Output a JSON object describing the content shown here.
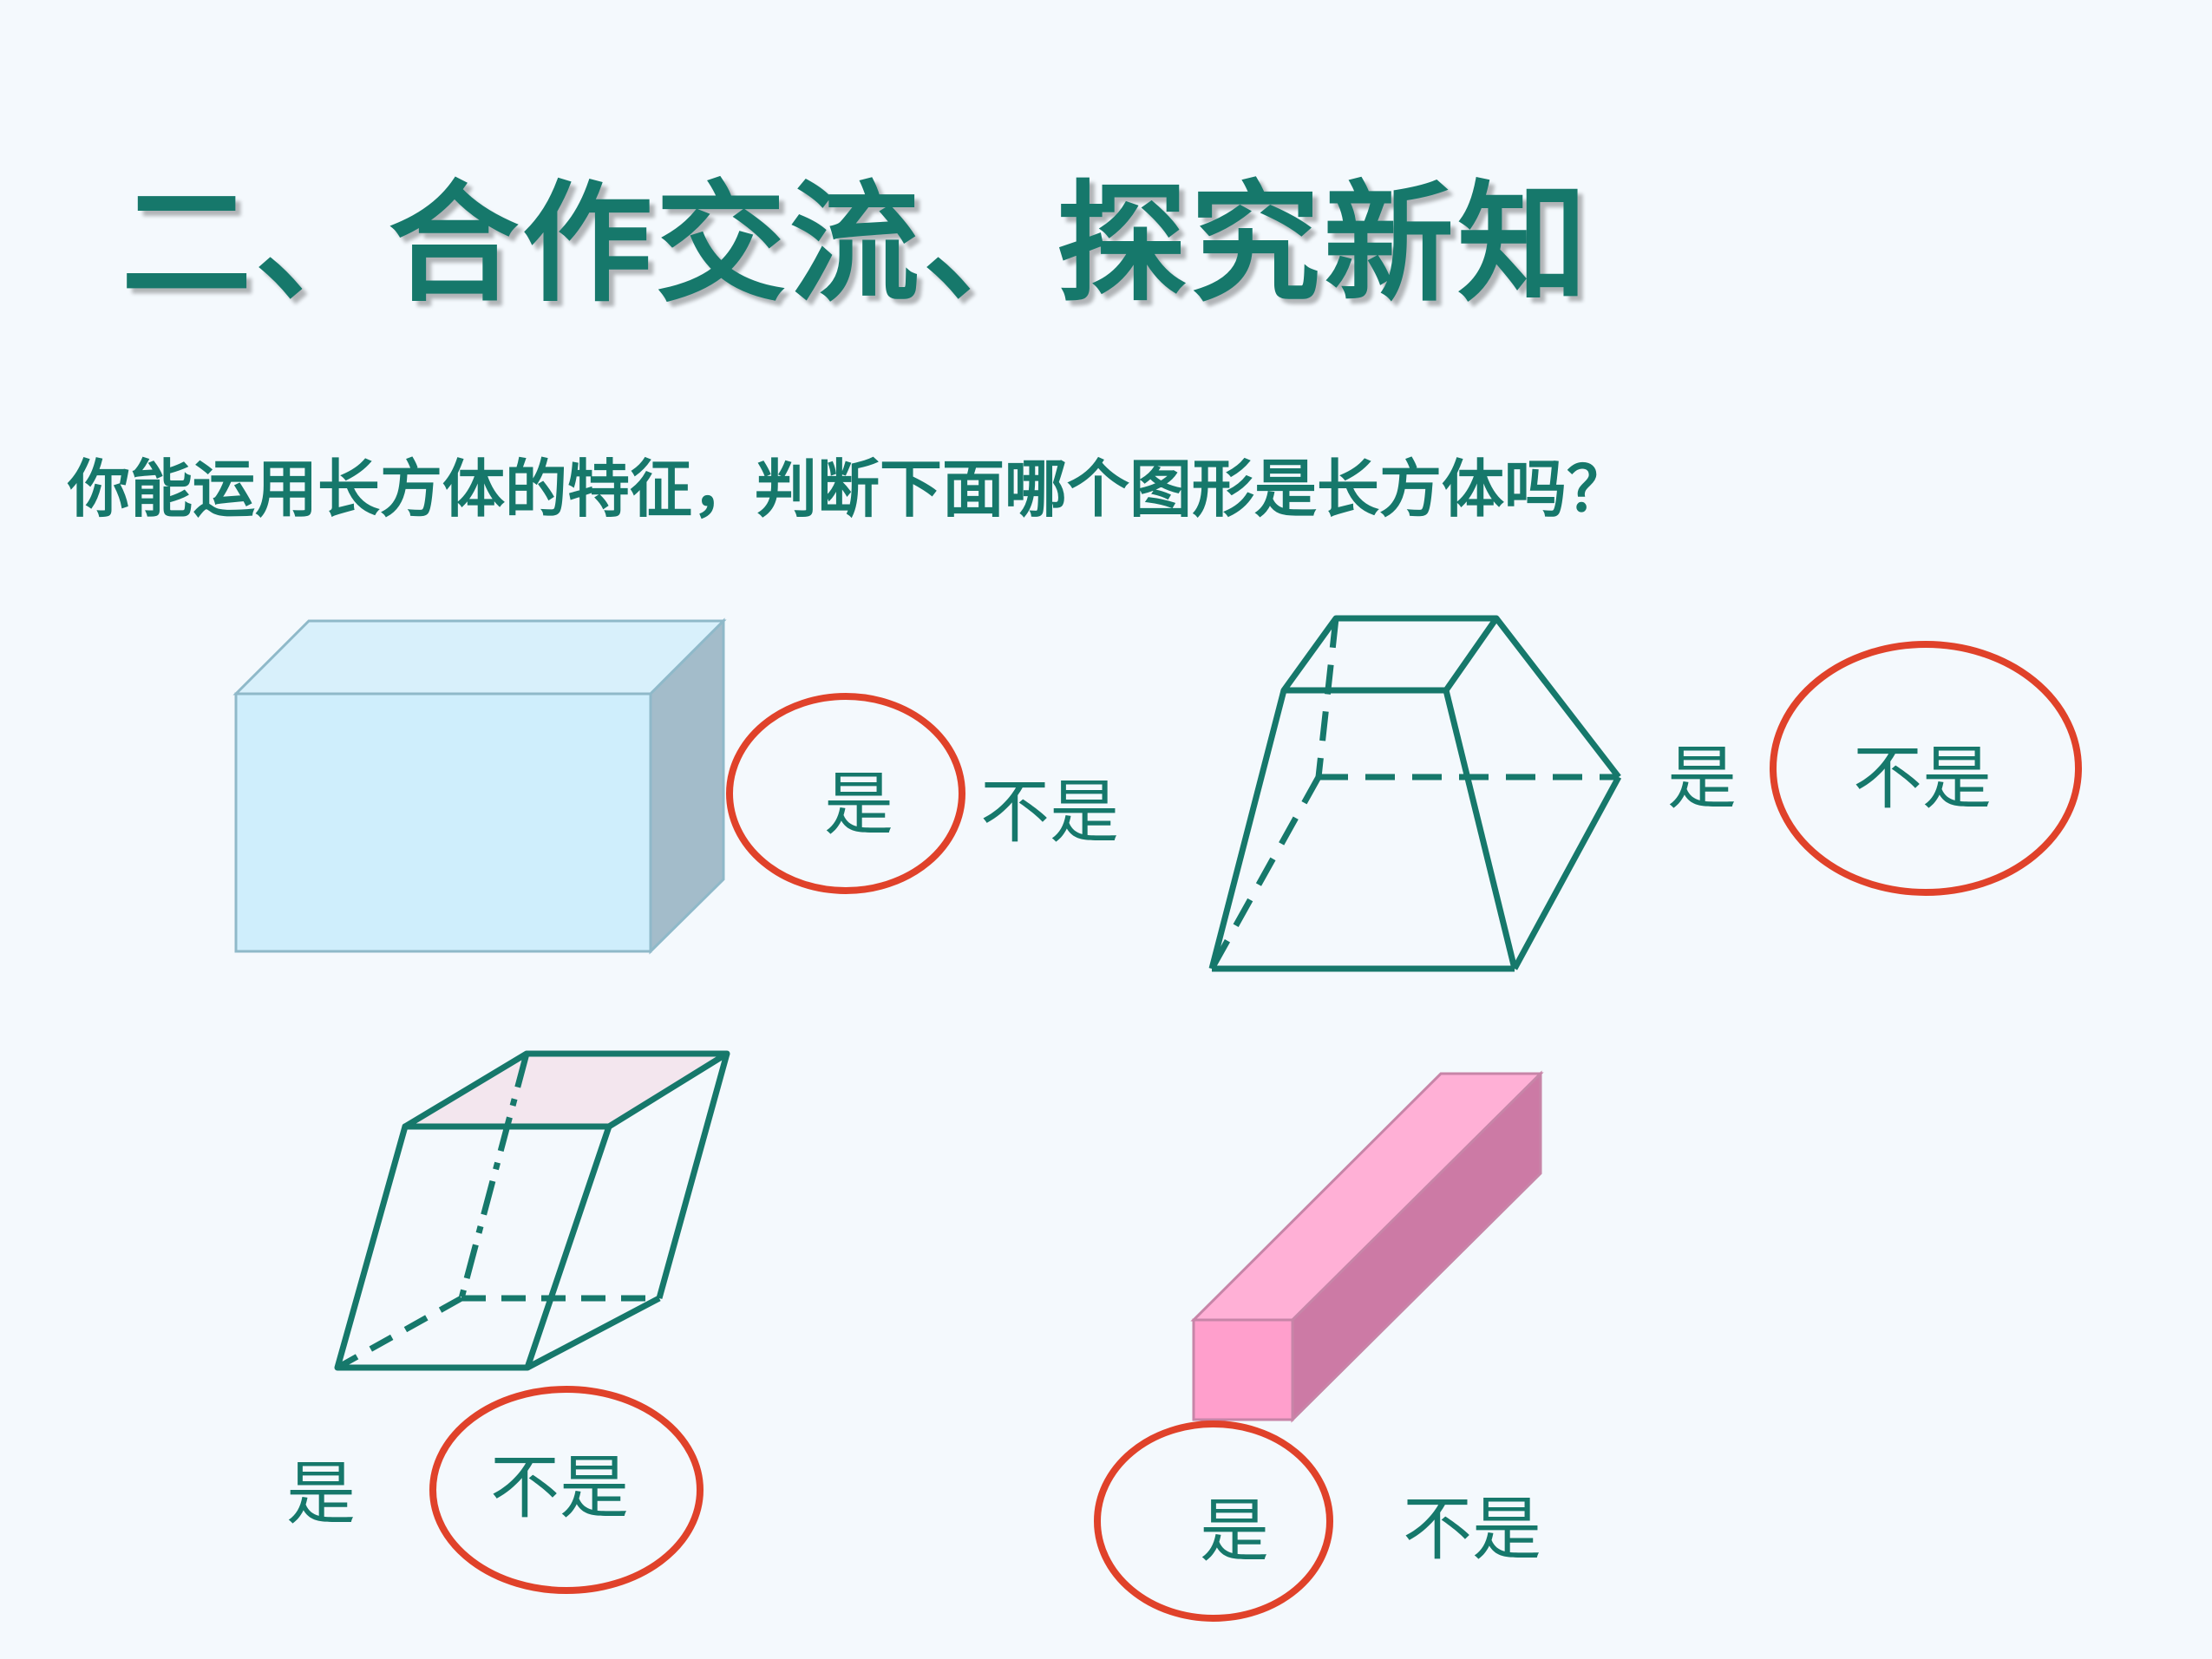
{
  "slide": {
    "title": "二、合作交流、探究新知",
    "question": "你能运用长方体的特征，判断下面哪个图形是长方体吗？"
  },
  "figures": [
    {
      "shape": "cuboid",
      "yes_label": "是",
      "no_label": "不是",
      "answer": "是"
    },
    {
      "shape": "frustum",
      "yes_label": "是",
      "no_label": "不是",
      "answer": "不是"
    },
    {
      "shape": "oblique-prism",
      "yes_label": "是",
      "no_label": "不是",
      "answer": "不是"
    },
    {
      "shape": "long-cuboid",
      "yes_label": "是",
      "no_label": "不是",
      "answer": "是"
    }
  ],
  "colors": {
    "text": "#16786b",
    "circle": "#e0422a",
    "cuboid_front": "#cfeefc",
    "cuboid_top": "#d8f0fb",
    "cuboid_side": "#a3bcca",
    "prism_top": "#f3e6ee",
    "bar_front": "#ff9fcc",
    "bar_top": "#ffb0d6",
    "bar_side": "#cc7aa5"
  }
}
